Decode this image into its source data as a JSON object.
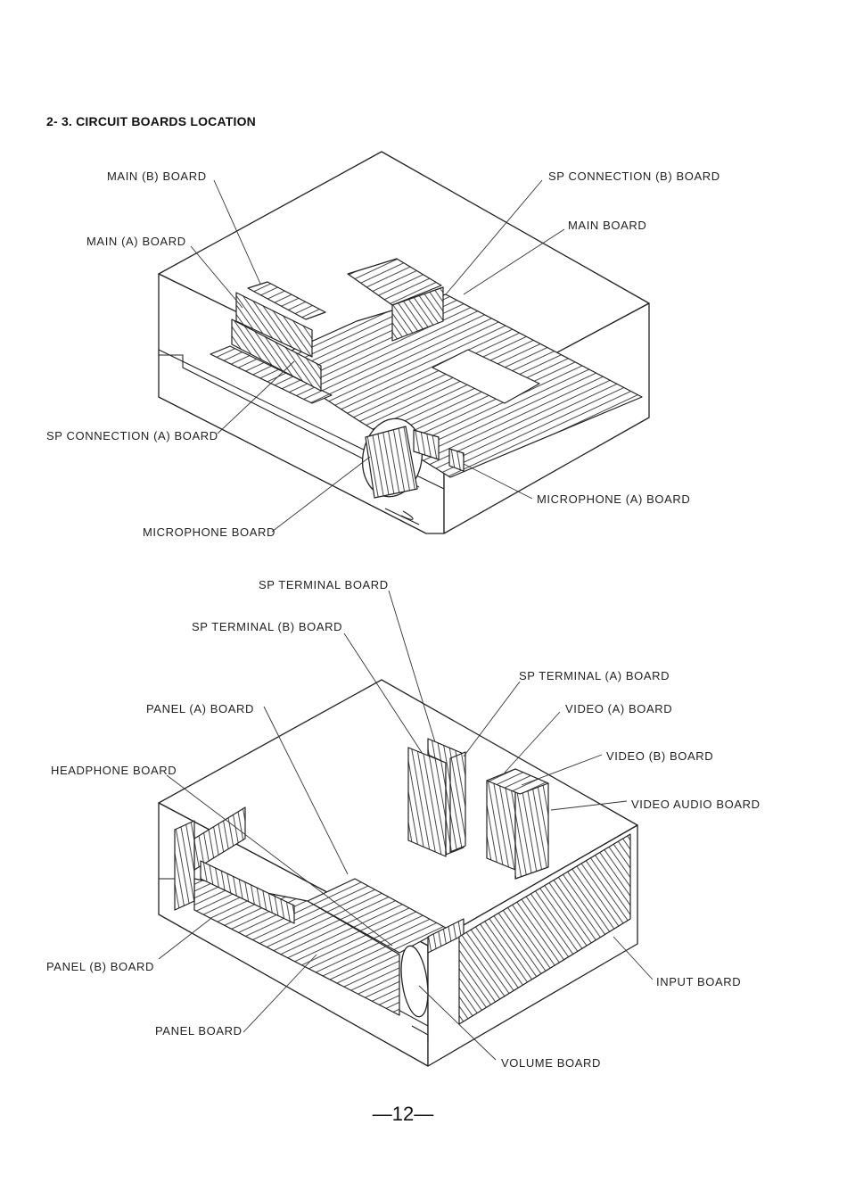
{
  "section_title": "2- 3. CIRCUIT BOARDS LOCATION",
  "top_diagram": {
    "labels": {
      "main_b": "MAIN (B) BOARD",
      "main_a": "MAIN (A) BOARD",
      "sp_conn_b": "SP CONNECTION (B) BOARD",
      "main": "MAIN BOARD",
      "sp_conn_a": "SP CONNECTION (A) BOARD",
      "mic_a": "MICROPHONE (A) BOARD",
      "mic": "MICROPHONE BOARD"
    }
  },
  "bottom_diagram": {
    "labels": {
      "sp_terminal": "SP TERMINAL BOARD",
      "sp_terminal_b": "SP TERMINAL (B) BOARD",
      "sp_terminal_a": "SP TERMINAL (A) BOARD",
      "panel_a": "PANEL (A) BOARD",
      "video_a": "VIDEO (A) BOARD",
      "video_b": "VIDEO (B)  BOARD",
      "headphone": "HEADPHONE BOARD",
      "video_audio": "VIDEO AUDIO BOARD",
      "panel_b": "PANEL (B) BOARD",
      "input": "INPUT BOARD",
      "panel": "PANEL BOARD",
      "volume": "VOLUME BOARD"
    }
  },
  "page_number": "—12—"
}
